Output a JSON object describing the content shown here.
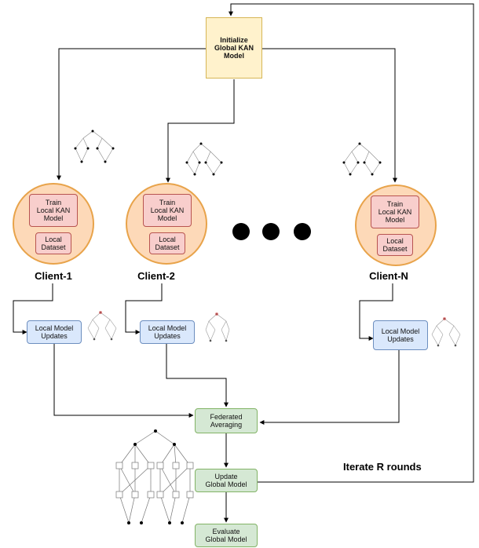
{
  "diagram": {
    "init": "Initialize\nGlobal KAN\nModel",
    "clients": [
      {
        "name": "Client-1",
        "train": "Train\nLocal KAN\nModel",
        "dataset": "Local\nDataset",
        "updates": "Local Model\nUpdates"
      },
      {
        "name": "Client-2",
        "train": "Train\nLocal KAN\nModel",
        "dataset": "Local\nDataset",
        "updates": "Local Model\nUpdates"
      },
      {
        "name": "Client-N",
        "train": "Train\nLocal KAN\nModel",
        "dataset": "Local\nDataset",
        "updates": "Local Model\nUpdates"
      }
    ],
    "fedavg": "Federated\nAveraging",
    "update_global": "Update\nGlobal Model",
    "evaluate": "Evaluate\nGlobal Model",
    "iterate_label": "Iterate R rounds"
  },
  "colors": {
    "init_fill": "#fff2cc",
    "client_circle": "#fdd9b8",
    "train_fill": "#f8cecc",
    "update_fill": "#dae8fc",
    "green_fill": "#d5e8d4"
  }
}
